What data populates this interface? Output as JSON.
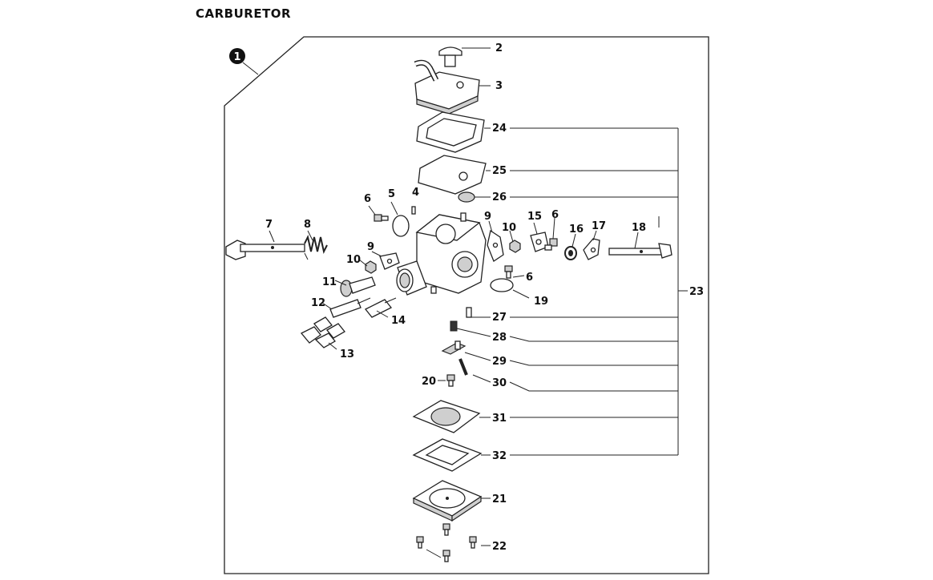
{
  "title": "CARBURETOR",
  "assembly_number": "1",
  "callouts": [
    "2",
    "3",
    "24",
    "25",
    "26",
    "4",
    "5",
    "6",
    "7",
    "8",
    "9",
    "10",
    "11",
    "12",
    "13",
    "14",
    "15",
    "16",
    "17",
    "18",
    "19",
    "23",
    "27",
    "28",
    "29",
    "30",
    "20",
    "31",
    "32",
    "21",
    "22"
  ],
  "colors": {
    "line": "#222222",
    "background": "#ffffff",
    "badge": "#111111"
  }
}
